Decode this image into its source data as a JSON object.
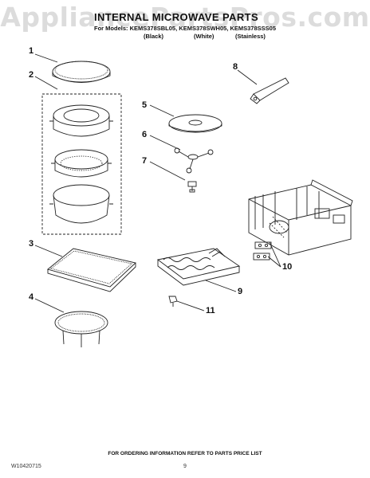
{
  "watermark": "AppliancePartsPros.com",
  "header": {
    "title": "INTERNAL MICROWAVE PARTS",
    "for_models": "For Models: KEMS378SBL05, KEMS378SWH05, KEMS378SSS05",
    "variants": [
      "(Black)",
      "(White)",
      "(Stainless)"
    ]
  },
  "callouts": [
    "1",
    "2",
    "3",
    "4",
    "5",
    "6",
    "7",
    "8",
    "9",
    "10",
    "11"
  ],
  "footer": {
    "ordering_note": "FOR ORDERING INFORMATION REFER TO PARTS PRICE LIST",
    "doc_number": "W10420715",
    "page_number": "9"
  }
}
